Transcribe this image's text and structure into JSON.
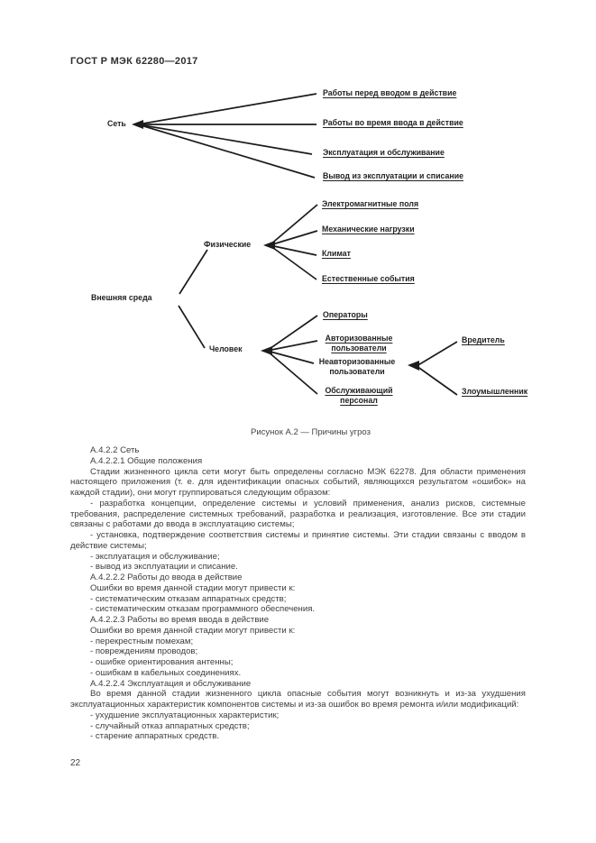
{
  "page": {
    "header": "ГОСТ Р МЭК 62280—2017",
    "page_number": "22"
  },
  "figure": {
    "caption": "Рисунок А.2 — Причины угроз",
    "nodes": {
      "network": "Сеть",
      "environment": "Внешняя среда",
      "physical": "Физические",
      "human": "Человек"
    },
    "network_children": [
      "Работы перед вводом в действие",
      "Работы во время ввода в действие",
      "Эксплуатация и обслуживание",
      "Вывод из эксплуатации и списание"
    ],
    "physical_children": [
      "Электромагнитные поля",
      "Механические нагрузки",
      "Климат",
      "Естественные события"
    ],
    "human_children": [
      "Операторы",
      "Авторизованные\nпользователи",
      "Неавторизованные\nпользователи",
      "Обслуживающий\nперсонал"
    ],
    "unauthorized_children": [
      "Вредитель",
      "Злоумышленник"
    ]
  },
  "body": {
    "paragraphs": [
      "А.4.2.2 Сеть",
      "А.4.2.2.1 Общие положения",
      "Стадии жизненного цикла сети могут быть определены согласно МЭК 62278. Для области применения настоящего приложения (т. е. для идентификации опасных событий, являющихся результатом «ошибок» на каждой стадии), они могут группироваться следующим образом:",
      "- разработка концепции, определение системы и условий применения, анализ рисков, системные требования, распределение системных требований, разработка и реализация, изготовление. Все эти стадии связаны с работами до ввода в эксплуатацию системы;",
      "- установка, подтверждение соответствия системы и принятие системы. Эти стадии связаны с вводом в действие системы;",
      "- эксплуатация и обслуживание;",
      "- вывод из эксплуатации и списание.",
      "А.4.2.2.2 Работы до ввода в действие",
      "Ошибки во время данной стадии могут привести к:",
      "- систематическим отказам аппаратных средств;",
      "- систематическим отказам программного обеспечения.",
      "А.4.2.2.3 Работы во время ввода в действие",
      "Ошибки во время данной стадии могут привести к:",
      "- перекрестным помехам;",
      "- повреждениям проводов;",
      "- ошибке ориентирования антенны;",
      "- ошибкам в кабельных соединениях.",
      "А.4.2.2.4 Эксплуатация и обслуживание",
      "Во время данной стадии жизненного цикла опасные события могут возникнуть и из-за ухудшения эксплуатационных характеристик компонентов системы и из-за ошибок во время ремонта и/или модификаций:",
      "- ухудшение эксплуатационных характеристик;",
      "- случайный отказ аппаратных средств;",
      "- старение аппаратных средств."
    ]
  }
}
